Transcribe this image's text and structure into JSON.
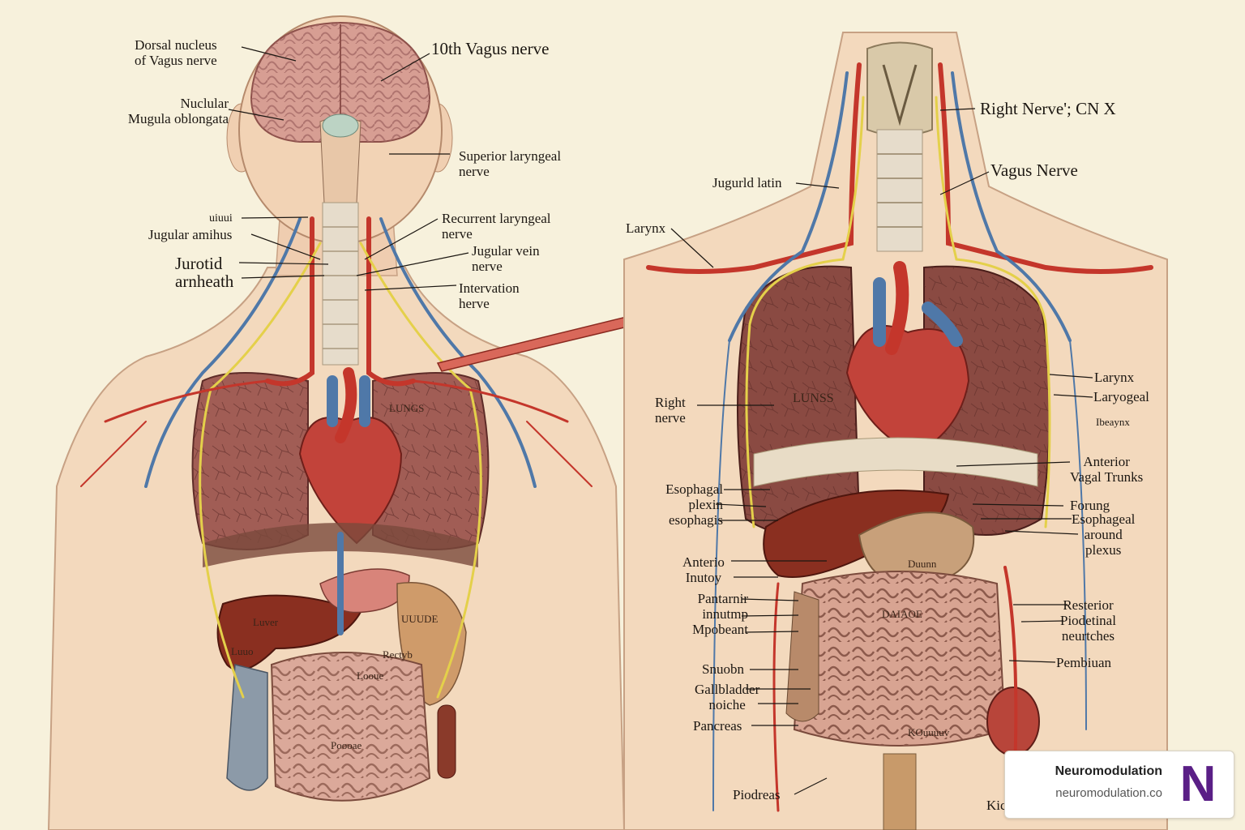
{
  "left_labels": {
    "dorsal_nucleus": "Dorsal nucleus\nof Vagus nerve",
    "tenth_vagus": "10th Vagus nerve",
    "nuclular": "Nuclular\nMugula oblongata",
    "superior_laryngeal": "Superior laryngeal\nnerve",
    "uiuui": "uiuui",
    "jugular_amihus": "Jugular amihus",
    "recurrent_laryngeal": "Recurrent laryngeal\nnerve",
    "jugular_vein": "Jugular vein\nnerve",
    "jurotid": "Jurotid\narnheath",
    "intervation": "Intervation\nherve"
  },
  "left_organs": {
    "lungs": "LUNGS",
    "liver": "Luver",
    "luuo": "Luuo",
    "uuude": "UUUDE",
    "rectyb": "Rectyb",
    "looue": "Looue",
    "poooae": "Poooae"
  },
  "right_labels": {
    "right_nerve_cnx": "Right Nerve'; CN X",
    "vagus_nerve": "Vagus Nerve",
    "jugurld": "Jugurld latin",
    "larynx_top": "Larynx",
    "larynx_side": "Larynx",
    "laryogeal": "Laryogeal",
    "lbeaynx": "Ibeaynx",
    "right_nerve": "Right\nnerve",
    "anterior_vagal": "Anterior\nVagal Trunks",
    "esophagal_plexin": "Esophagal\nplexin\nesophagis",
    "forung": "Forung",
    "esophageal_around": "Esophageal\naround\nplexus",
    "anterio": "Anterio\nInutoy",
    "pantarnir": "Pantarnir\ninnutmp\nMpobeant",
    "resterior": "Resterior\nPiodetinal\nneurtches",
    "pembiuan": "Pembiuan",
    "snuobn": "Snuobn",
    "gallbladder": "Gallbladder\nnoiche",
    "pancreas": "Pancreas",
    "piodreas": "Piodreas",
    "kic": "Kic"
  },
  "right_organs": {
    "lunss": "LUNSS",
    "duunn": "Duunn",
    "daiaoe": "DAIAOE",
    "kuuuuv": "KOuuuuv"
  },
  "badge": {
    "name": "Neuromodulation",
    "url": "neuromodulation.co",
    "logo_letter": "N"
  },
  "colors": {
    "background": "#f7f1dc",
    "artery": "#c4362b",
    "vein": "#4f78a8",
    "nerve": "#e4d04a",
    "lung": "#8a4a42",
    "skin": "#f3d9bd",
    "logo": "#5a1f86"
  }
}
